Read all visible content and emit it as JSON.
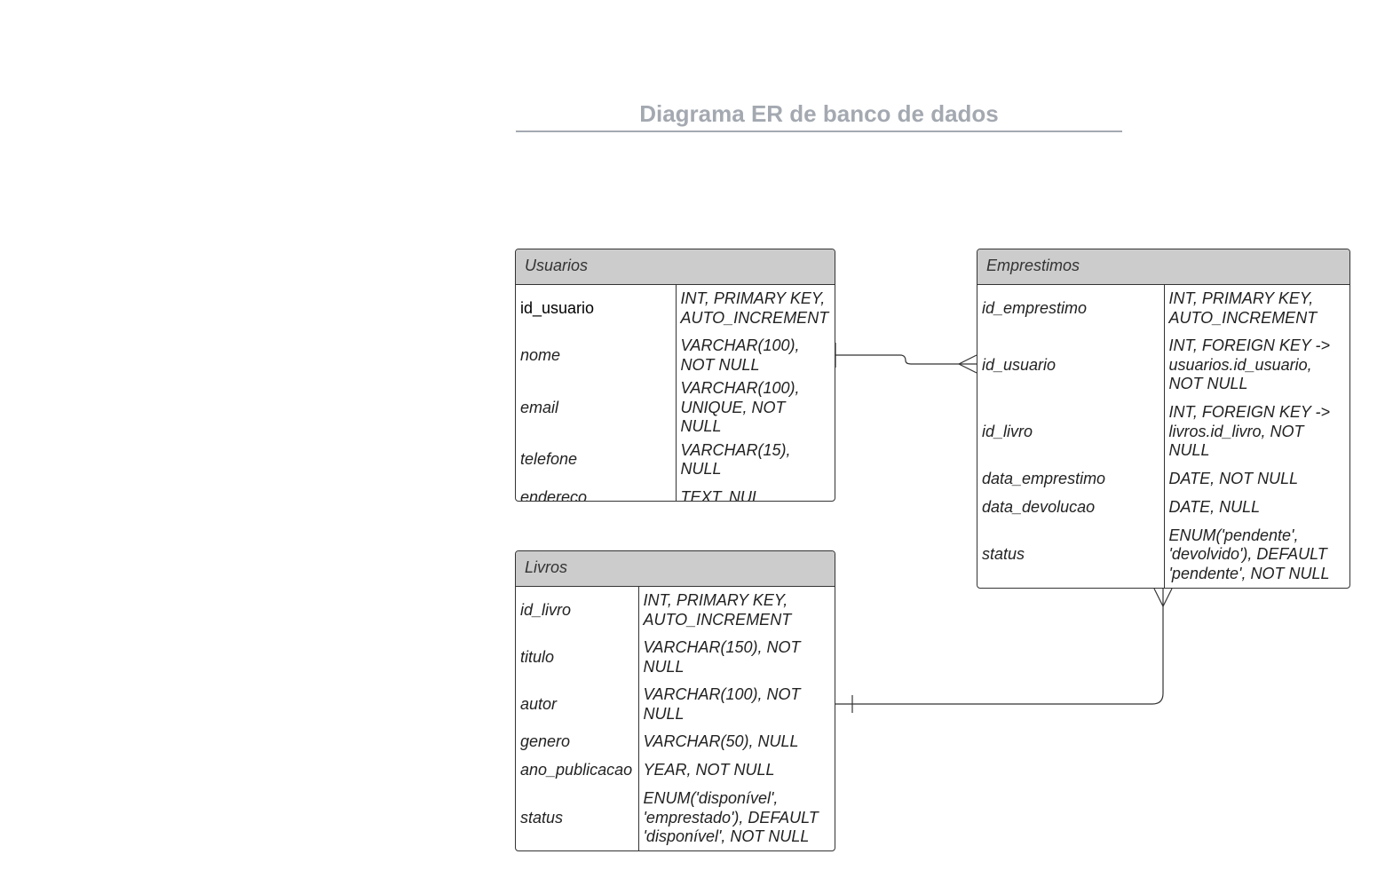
{
  "diagram": {
    "title": "Diagrama ER de banco de dados",
    "entities": {
      "usuarios": {
        "name": "Usuarios",
        "rows": [
          {
            "field": "id_usuario",
            "type": "INT, PRIMARY KEY, AUTO_INCREMENT"
          },
          {
            "field": "nome",
            "type": "VARCHAR(100), NOT NULL"
          },
          {
            "field": "email",
            "type": "VARCHAR(100), UNIQUE, NOT NULL"
          },
          {
            "field": "telefone",
            "type": "VARCHAR(15), NULL"
          },
          {
            "field": "endereco",
            "type": "TEXT, NUL"
          }
        ]
      },
      "emprestimos": {
        "name": "Emprestimos",
        "rows": [
          {
            "field": "id_emprestimo",
            "type": "INT, PRIMARY KEY, AUTO_INCREMENT"
          },
          {
            "field": "id_usuario",
            "type": "INT, FOREIGN KEY -> usuarios.id_usuario, NOT NULL"
          },
          {
            "field": "id_livro",
            "type": "INT, FOREIGN KEY -> livros.id_livro, NOT NULL"
          },
          {
            "field": "data_emprestimo",
            "type": "DATE, NOT NULL"
          },
          {
            "field": "data_devolucao",
            "type": "DATE, NULL"
          },
          {
            "field": "status",
            "type": "ENUM('pendente', 'devolvido'), DEFAULT 'pendente', NOT NULL"
          }
        ]
      },
      "livros": {
        "name": "Livros",
        "rows": [
          {
            "field": "id_livro",
            "type": "INT, PRIMARY KEY, AUTO_INCREMENT"
          },
          {
            "field": "titulo",
            "type": "VARCHAR(150), NOT NULL"
          },
          {
            "field": "autor",
            "type": "VARCHAR(100), NOT NULL"
          },
          {
            "field": "genero",
            "type": "VARCHAR(50), NULL"
          },
          {
            "field": "ano_publicacao",
            "type": "YEAR, NOT NULL"
          },
          {
            "field": "status",
            "type": "ENUM('disponível', 'emprestado'), DEFAULT 'disponível', NOT NULL"
          }
        ]
      }
    },
    "relationships": [
      {
        "from": "Usuarios",
        "to": "Emprestimos",
        "cardinality": "one-to-many"
      },
      {
        "from": "Livros",
        "to": "Emprestimos",
        "cardinality": "one-to-many"
      }
    ],
    "colors": {
      "title": "#a4a9b1",
      "header_fill": "#cccccc",
      "border": "#333333"
    }
  }
}
